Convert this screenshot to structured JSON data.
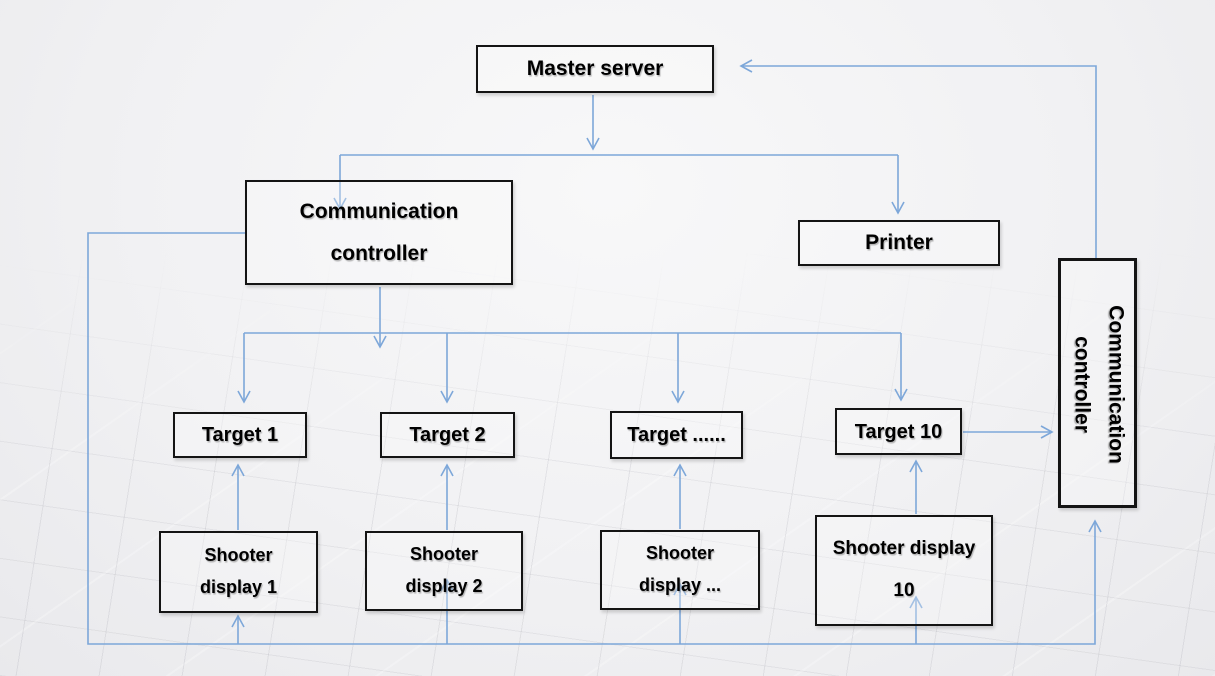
{
  "diagram_type": "system-architecture-flowchart",
  "nodes": {
    "master_server": {
      "label": "Master server"
    },
    "communication_controller_left": {
      "line1": "Communication",
      "line2": "controller"
    },
    "printer": {
      "label": "Printer"
    },
    "target_1": {
      "label": "Target 1"
    },
    "target_2": {
      "label": "Target 2"
    },
    "target_dots": {
      "label": "Target ......"
    },
    "target_10": {
      "label": "Target 10"
    },
    "shooter_display_1": {
      "line1": "Shooter",
      "line2": "display 1"
    },
    "shooter_display_2": {
      "line1": "Shooter",
      "line2": "display 2"
    },
    "shooter_display_dots": {
      "line1": "Shooter",
      "line2": "display ..."
    },
    "shooter_display_10": {
      "line1": "Shooter display",
      "line2": "10"
    },
    "communication_controller_right": {
      "line1": "Communication",
      "line2": "controller"
    }
  },
  "edges": [
    {
      "from": "master_server",
      "to": "communication_controller_left"
    },
    {
      "from": "master_server",
      "to": "printer"
    },
    {
      "from": "communication_controller_left",
      "to": "target_1"
    },
    {
      "from": "communication_controller_left",
      "to": "target_2"
    },
    {
      "from": "communication_controller_left",
      "to": "target_dots"
    },
    {
      "from": "communication_controller_left",
      "to": "target_10"
    },
    {
      "from": "communication_controller_left",
      "to": "shooter_display_1"
    },
    {
      "from": "communication_controller_left",
      "to": "shooter_display_2"
    },
    {
      "from": "communication_controller_left",
      "to": "shooter_display_dots"
    },
    {
      "from": "communication_controller_left",
      "to": "shooter_display_10"
    },
    {
      "from": "communication_controller_left",
      "to": "communication_controller_right"
    },
    {
      "from": "shooter_display_1",
      "to": "target_1"
    },
    {
      "from": "shooter_display_2",
      "to": "target_2"
    },
    {
      "from": "shooter_display_dots",
      "to": "target_dots"
    },
    {
      "from": "shooter_display_10",
      "to": "target_10"
    },
    {
      "from": "target_10",
      "to": "communication_controller_right"
    },
    {
      "from": "communication_controller_right",
      "to": "master_server"
    }
  ],
  "colors": {
    "connector": "#7da7d9",
    "box_border": "#141414",
    "text": "#000000",
    "background": "#f1f1f3"
  }
}
